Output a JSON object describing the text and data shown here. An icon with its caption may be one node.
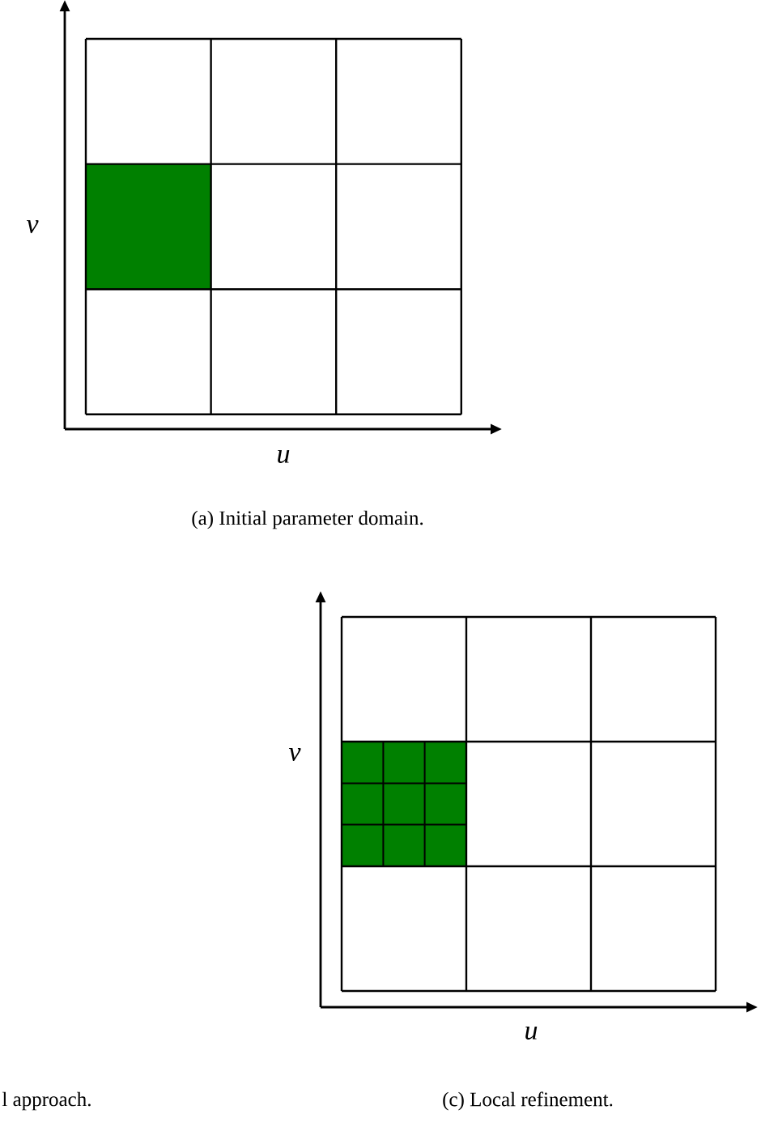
{
  "diagram": {
    "labels": [
      "v",
      "u",
      "(a) Initial parameter domain.",
      "v",
      "u",
      "l approach.",
      "(c) Local refinement."
    ]
  }
}
